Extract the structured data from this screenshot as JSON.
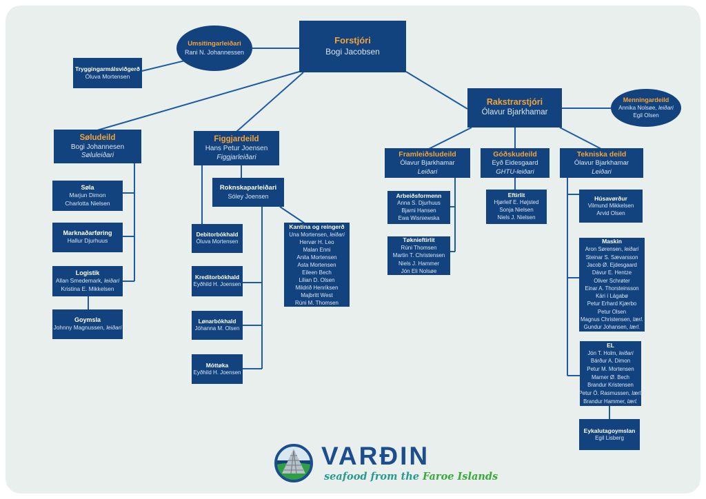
{
  "colors": {
    "panel_bg": "#e8efec",
    "box_fill": "#12437e",
    "connector": "#1d5aa5",
    "accent_title": "#f2a33a",
    "brand_blue": "#1c4d8c",
    "tagline_teal": "#2a9a8f",
    "tagline_green": "#3aa93c"
  },
  "logo": {
    "brand": "VARÐIN",
    "tagline_left": "seafood from the",
    "tagline_right": "Faroe Islands"
  },
  "diagram": {
    "nodes": [
      {
        "id": "forstjori",
        "title": "Forstjóri",
        "accent": true,
        "lines": [
          "Bogi Jacobsen"
        ]
      },
      {
        "id": "umsitingarleidari",
        "title": "Umsitingarleiðari",
        "accent": true,
        "shape": "ellipse",
        "lines": [
          "Rani N. Johannessen"
        ]
      },
      {
        "id": "tryggingarmalsvidgerd",
        "title": "Tryggingarmálsviðgerð",
        "lines": [
          "Óluva Mortensen"
        ]
      },
      {
        "id": "rakstrarstjori",
        "title": "Rakstrarstjóri",
        "accent": true,
        "lines": [
          "Ólavur Bjarkhamar"
        ]
      },
      {
        "id": "menningardeild",
        "title": "Menningardeild",
        "accent": true,
        "shape": "ellipse",
        "lines": [
          "Annika Nolsøe, leiðari",
          "Egil Olsen"
        ]
      },
      {
        "id": "soludeild",
        "title": "Søludeild",
        "accent": true,
        "lines": [
          "Bogi Johannesen"
        ],
        "subtitle": "Søluleiðari"
      },
      {
        "id": "figgjardeild",
        "title": "Figgjardeild",
        "accent": true,
        "lines": [
          "Hans Petur Joensen"
        ],
        "subtitle": "Figgjarleiðari"
      },
      {
        "id": "framleidsludeild",
        "title": "Framleiðsludeild",
        "accent": true,
        "lines": [
          "Ólavur Bjarkhamar"
        ],
        "subtitle": "Leiðari"
      },
      {
        "id": "godskudeild",
        "title": "Góðskudeild",
        "accent": true,
        "lines": [
          "Eyð Eidesgaard"
        ],
        "subtitle": "GHTU-leiðari"
      },
      {
        "id": "tekniskadeild",
        "title": "Tekniska deild",
        "accent": true,
        "lines": [
          "Ólavur Bjarkhamar"
        ],
        "subtitle": "Leiðari"
      },
      {
        "id": "sola",
        "title": "Søla",
        "lines": [
          "Marjun Dimon",
          "Charlotta Nielsen"
        ]
      },
      {
        "id": "marknadarforing",
        "title": "Marknaðarføring",
        "lines": [
          "Hallur Djurhuus"
        ]
      },
      {
        "id": "logistik",
        "title": "Logistik",
        "lines": [
          "Allan Smedemark, leiðari",
          "Kristina E. Mikkelsen"
        ]
      },
      {
        "id": "goymsla",
        "title": "Goymsla",
        "lines": [
          "Johnny Magnussen, leiðari"
        ]
      },
      {
        "id": "roknskaparleidari",
        "title": "Roknskaparleiðari",
        "lines": [
          "Sóley Joensen"
        ]
      },
      {
        "id": "debitorbokhald",
        "title": "Debitorbókhald",
        "lines": [
          "Óluva Mortensen"
        ]
      },
      {
        "id": "kreditorbokhald",
        "title": "Kreditorbókhald",
        "lines": [
          "Eyðhild H. Joensen"
        ]
      },
      {
        "id": "lonarbokhald",
        "title": "Lønarbókhald",
        "lines": [
          "Jóhanna M. Olsen"
        ]
      },
      {
        "id": "mottoka",
        "title": "Móttøka",
        "lines": [
          "Eyðhild H. Joensen"
        ]
      },
      {
        "id": "kantina",
        "title": "Kantina og reingerð",
        "lines": [
          "Una Mortensen, leiðari",
          "Hervør H. Leo",
          "Malan Enni",
          "Anita Mortensen",
          "Asta Mortensen",
          "Eileen Bech",
          "Lilian D. Olsen",
          "Mildrið Henriksen",
          "Majbritt West",
          "Rúni M. Thomsen"
        ]
      },
      {
        "id": "arbeidsformenn",
        "title": "Arbeiðsformenn",
        "lines": [
          "Anna S. Djurhuus",
          "Bjarni Hansen",
          "Ewa Wisniewska"
        ]
      },
      {
        "id": "toknieftirlit",
        "title": "Tøknieftirlit",
        "lines": [
          "Rúni Thomsen",
          "Martin T. Christensen",
          "Niels J. Hammer",
          "Jón Eli Nolsøe"
        ]
      },
      {
        "id": "eftirlit",
        "title": "Eftirlit",
        "lines": [
          "Hjørleif E. Højsted",
          "Sonja Nielsen",
          "Niels J. Nielsen"
        ]
      },
      {
        "id": "husavordur",
        "title": "Húsavørður",
        "lines": [
          "Vilmund Mikkelsen",
          "Arvid Olsen"
        ]
      },
      {
        "id": "maskin",
        "title": "Maskin",
        "lines": [
          "Aron Sørensen, leiðari",
          "Steinar S. Sævarsson",
          "Jacob Ø. Ejdesgaard",
          "Dávur E. Hentze",
          "Oliver Schrøter",
          "Einar A. Thorsteinsson",
          "Kári í Lágabø",
          "Petur Erhard Kjærbo",
          "Petur Olsen",
          "Magnus Christensen, lærl.",
          "Gundur Johansen, lærl."
        ]
      },
      {
        "id": "el",
        "title": "EL",
        "lines": [
          "Jón T. Holm, leiðari",
          "Bárður A. Dimon",
          "Petur M. Mortensen",
          "Marner Ø. Bech",
          "Brandur Kristensen",
          "Petur Ó. Rasmussen, lærl.",
          "Brandur Hammer, lærl."
        ]
      },
      {
        "id": "eykalutagoymslan",
        "title": "Eykalutagoymslan",
        "lines": [
          "Egil Lisberg"
        ]
      }
    ]
  }
}
